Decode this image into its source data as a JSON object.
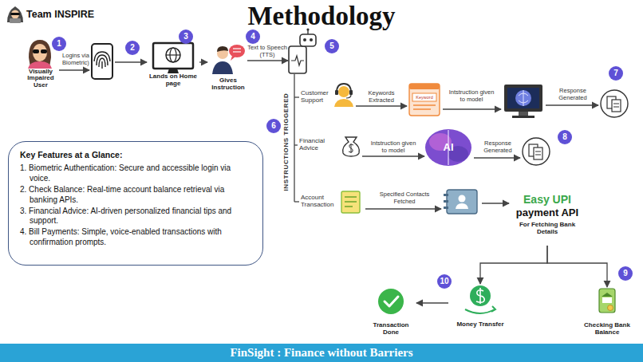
{
  "diagram": {
    "title": "Methodology",
    "caption": "FinSight : Finance without Barriers",
    "nodes": [
      {
        "text": [
          "Visually Impaired User"
        ]
      },
      {
        "text": [
          "Lands on Home page"
        ]
      },
      {
        "text": [
          "Gives Instruction"
        ]
      },
      {
        "text": [
          "Customer Support"
        ]
      },
      {
        "text": [
          "Keyword"
        ]
      },
      {
        "text": [
          "Financial Advice"
        ]
      },
      {
        "text": [
          "AI"
        ]
      },
      {
        "text": [
          "Account Transaction"
        ]
      },
      {
        "text": [
          "Easy UPI",
          "payment API",
          "For Fetching Bank Details"
        ]
      },
      {
        "text": [
          "Transaction Done"
        ]
      },
      {
        "text": [
          "Money Transfer"
        ]
      },
      {
        "text": [
          "Checking Bank Balance"
        ]
      },
      {
        "text": [
          "Key Features at a Glance:",
          "1. Biometric Authentication: Secure and accessible login via voice.",
          "2. Check Balance: Real-time account balance retrieval via banking APIs.",
          "3. Financial Advice: AI-driven personalized financial tips and support.",
          "4. Bill Payments: Simple, voice-enabled transactions with confirmation prompts."
        ]
      }
    ],
    "edges": [
      {
        "from": 1,
        "to": 2,
        "arrow": "to"
      },
      {
        "from": 3,
        "to": 4,
        "label": "Keywords Extracted",
        "arrow": "to"
      },
      {
        "from": 5,
        "to": 6,
        "label": "Intstruction given to model",
        "arrow": "to"
      },
      {
        "from": 8,
        "to": 10,
        "arrow": "to"
      },
      {
        "from": 8,
        "to": 11,
        "arrow": "to"
      },
      {
        "from": 10,
        "to": 9,
        "arrow": "to"
      }
    ],
    "labels": [
      "Team INSPIRE",
      "1",
      "Logins via Biometric)",
      "2",
      "3",
      "4",
      "Text to Speech (TTS)",
      "5",
      "INSTRUCTIONS TRIGGERED",
      "6",
      "7",
      "Intstruction given to model",
      "Response Generated",
      "8",
      "Response Generated",
      "Specified Contacts Fetched",
      "9",
      "10"
    ]
  }
}
